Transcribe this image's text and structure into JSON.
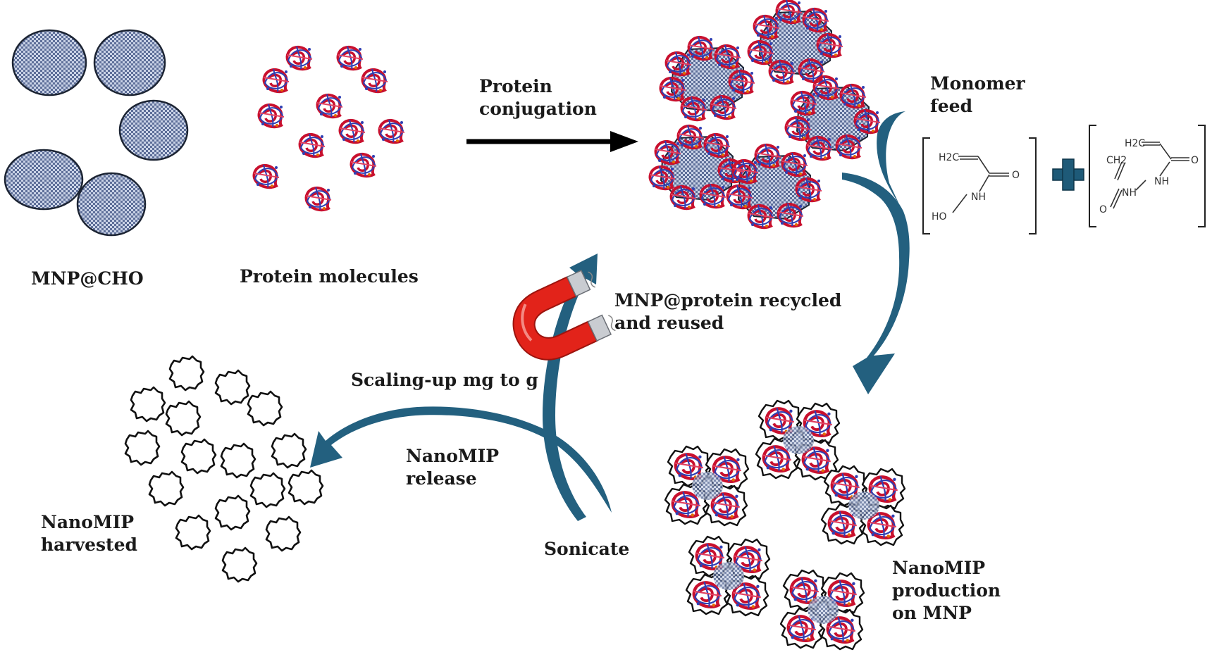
{
  "colors": {
    "nanoparticle_fill": "#9aa7c9",
    "nanoparticle_stroke": "#1c2433",
    "arrow_teal": "#23607f",
    "protein_red": "#c8102e",
    "protein_blue": "#2e3fb3",
    "magnet_red": "#e2231a",
    "text": "#1a1a1a"
  },
  "labels": {
    "mnp_cho": "MNP@CHO",
    "protein_molecules": "Protein molecules",
    "protein_conjugation": [
      "Protein",
      "conjugation"
    ],
    "monomer_feed": [
      "Monomer",
      "feed"
    ],
    "mnp_protein_recycled": [
      "MNP@protein recycled",
      "and reused"
    ],
    "scaling_up": "Scaling-up mg to g",
    "nanomip_release": [
      "NanoMIP",
      "release"
    ],
    "sonicate": "Sonicate",
    "nanomip_harvested": [
      "NanoMIP",
      "harvested"
    ],
    "nanomip_production": [
      "NanoMIP",
      "production",
      "on MNP"
    ]
  },
  "chemistry": {
    "monomer1": {
      "h2c": "H2C",
      "o": "O",
      "nh": "NH",
      "ho": "HO"
    },
    "monomer2": {
      "h2c_top": "H2C",
      "ch2": "CH2",
      "o_right": "O",
      "nh_right": "NH",
      "nh_left": "NH",
      "o_left": "O"
    },
    "plus_icon": "plus-icon"
  },
  "icons": [
    "magnet-icon",
    "protein-cluster-icon",
    "nanoparticle-icon",
    "nanomip-icon",
    "cycle-arrow-icon"
  ]
}
